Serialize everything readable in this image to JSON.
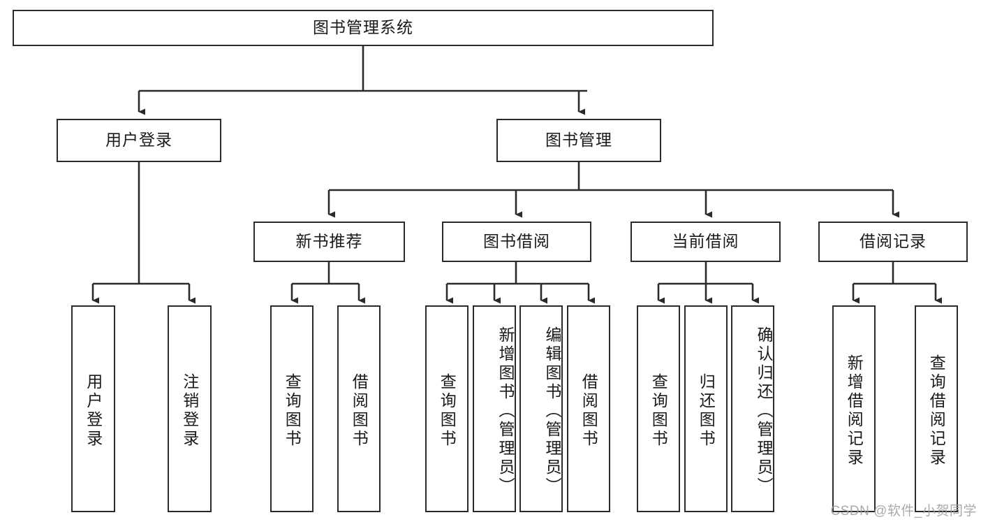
{
  "diagram": {
    "title": "图书管理系统",
    "type": "hierarchy-tree",
    "root": {
      "id": "root",
      "label": "图书管理系统"
    },
    "level2": [
      {
        "id": "user-login",
        "label": "用户登录"
      },
      {
        "id": "book-manage",
        "label": "图书管理"
      }
    ],
    "level3": [
      {
        "id": "new-book-recommend",
        "label": "新书推荐"
      },
      {
        "id": "book-borrow",
        "label": "图书借阅"
      },
      {
        "id": "current-borrow",
        "label": "当前借阅"
      },
      {
        "id": "borrow-record",
        "label": "借阅记录"
      }
    ],
    "leaves": {
      "user_login": [
        {
          "id": "leaf-user-login",
          "label": "用户登录"
        },
        {
          "id": "leaf-logout-login",
          "label": "注销登录"
        }
      ],
      "new_book_recommend": [
        {
          "id": "leaf-query-book-1",
          "label": "查询图书"
        },
        {
          "id": "leaf-borrow-book-1",
          "label": "借阅图书"
        }
      ],
      "book_borrow": [
        {
          "id": "leaf-query-book-2",
          "label": "查询图书"
        },
        {
          "id": "leaf-add-book",
          "label": "新增图书（管理员）"
        },
        {
          "id": "leaf-edit-book",
          "label": "编辑图书（管理员）"
        },
        {
          "id": "leaf-borrow-book-2",
          "label": "借阅图书"
        }
      ],
      "current_borrow": [
        {
          "id": "leaf-query-book-3",
          "label": "查询图书"
        },
        {
          "id": "leaf-return-book",
          "label": "归还图书"
        },
        {
          "id": "leaf-confirm-return",
          "label": "确认归还（管理员）"
        }
      ],
      "borrow_record": [
        {
          "id": "leaf-add-record",
          "label": "新增借阅记录"
        },
        {
          "id": "leaf-query-record",
          "label": "查询借阅记录"
        }
      ]
    }
  },
  "watermark": {
    "text": "CSDN @软件_小贺同学"
  },
  "colors": {
    "border": "#2b2b2b",
    "background": "#ffffff",
    "text": "#1a1a1a",
    "watermark": "#9b9b9b"
  }
}
